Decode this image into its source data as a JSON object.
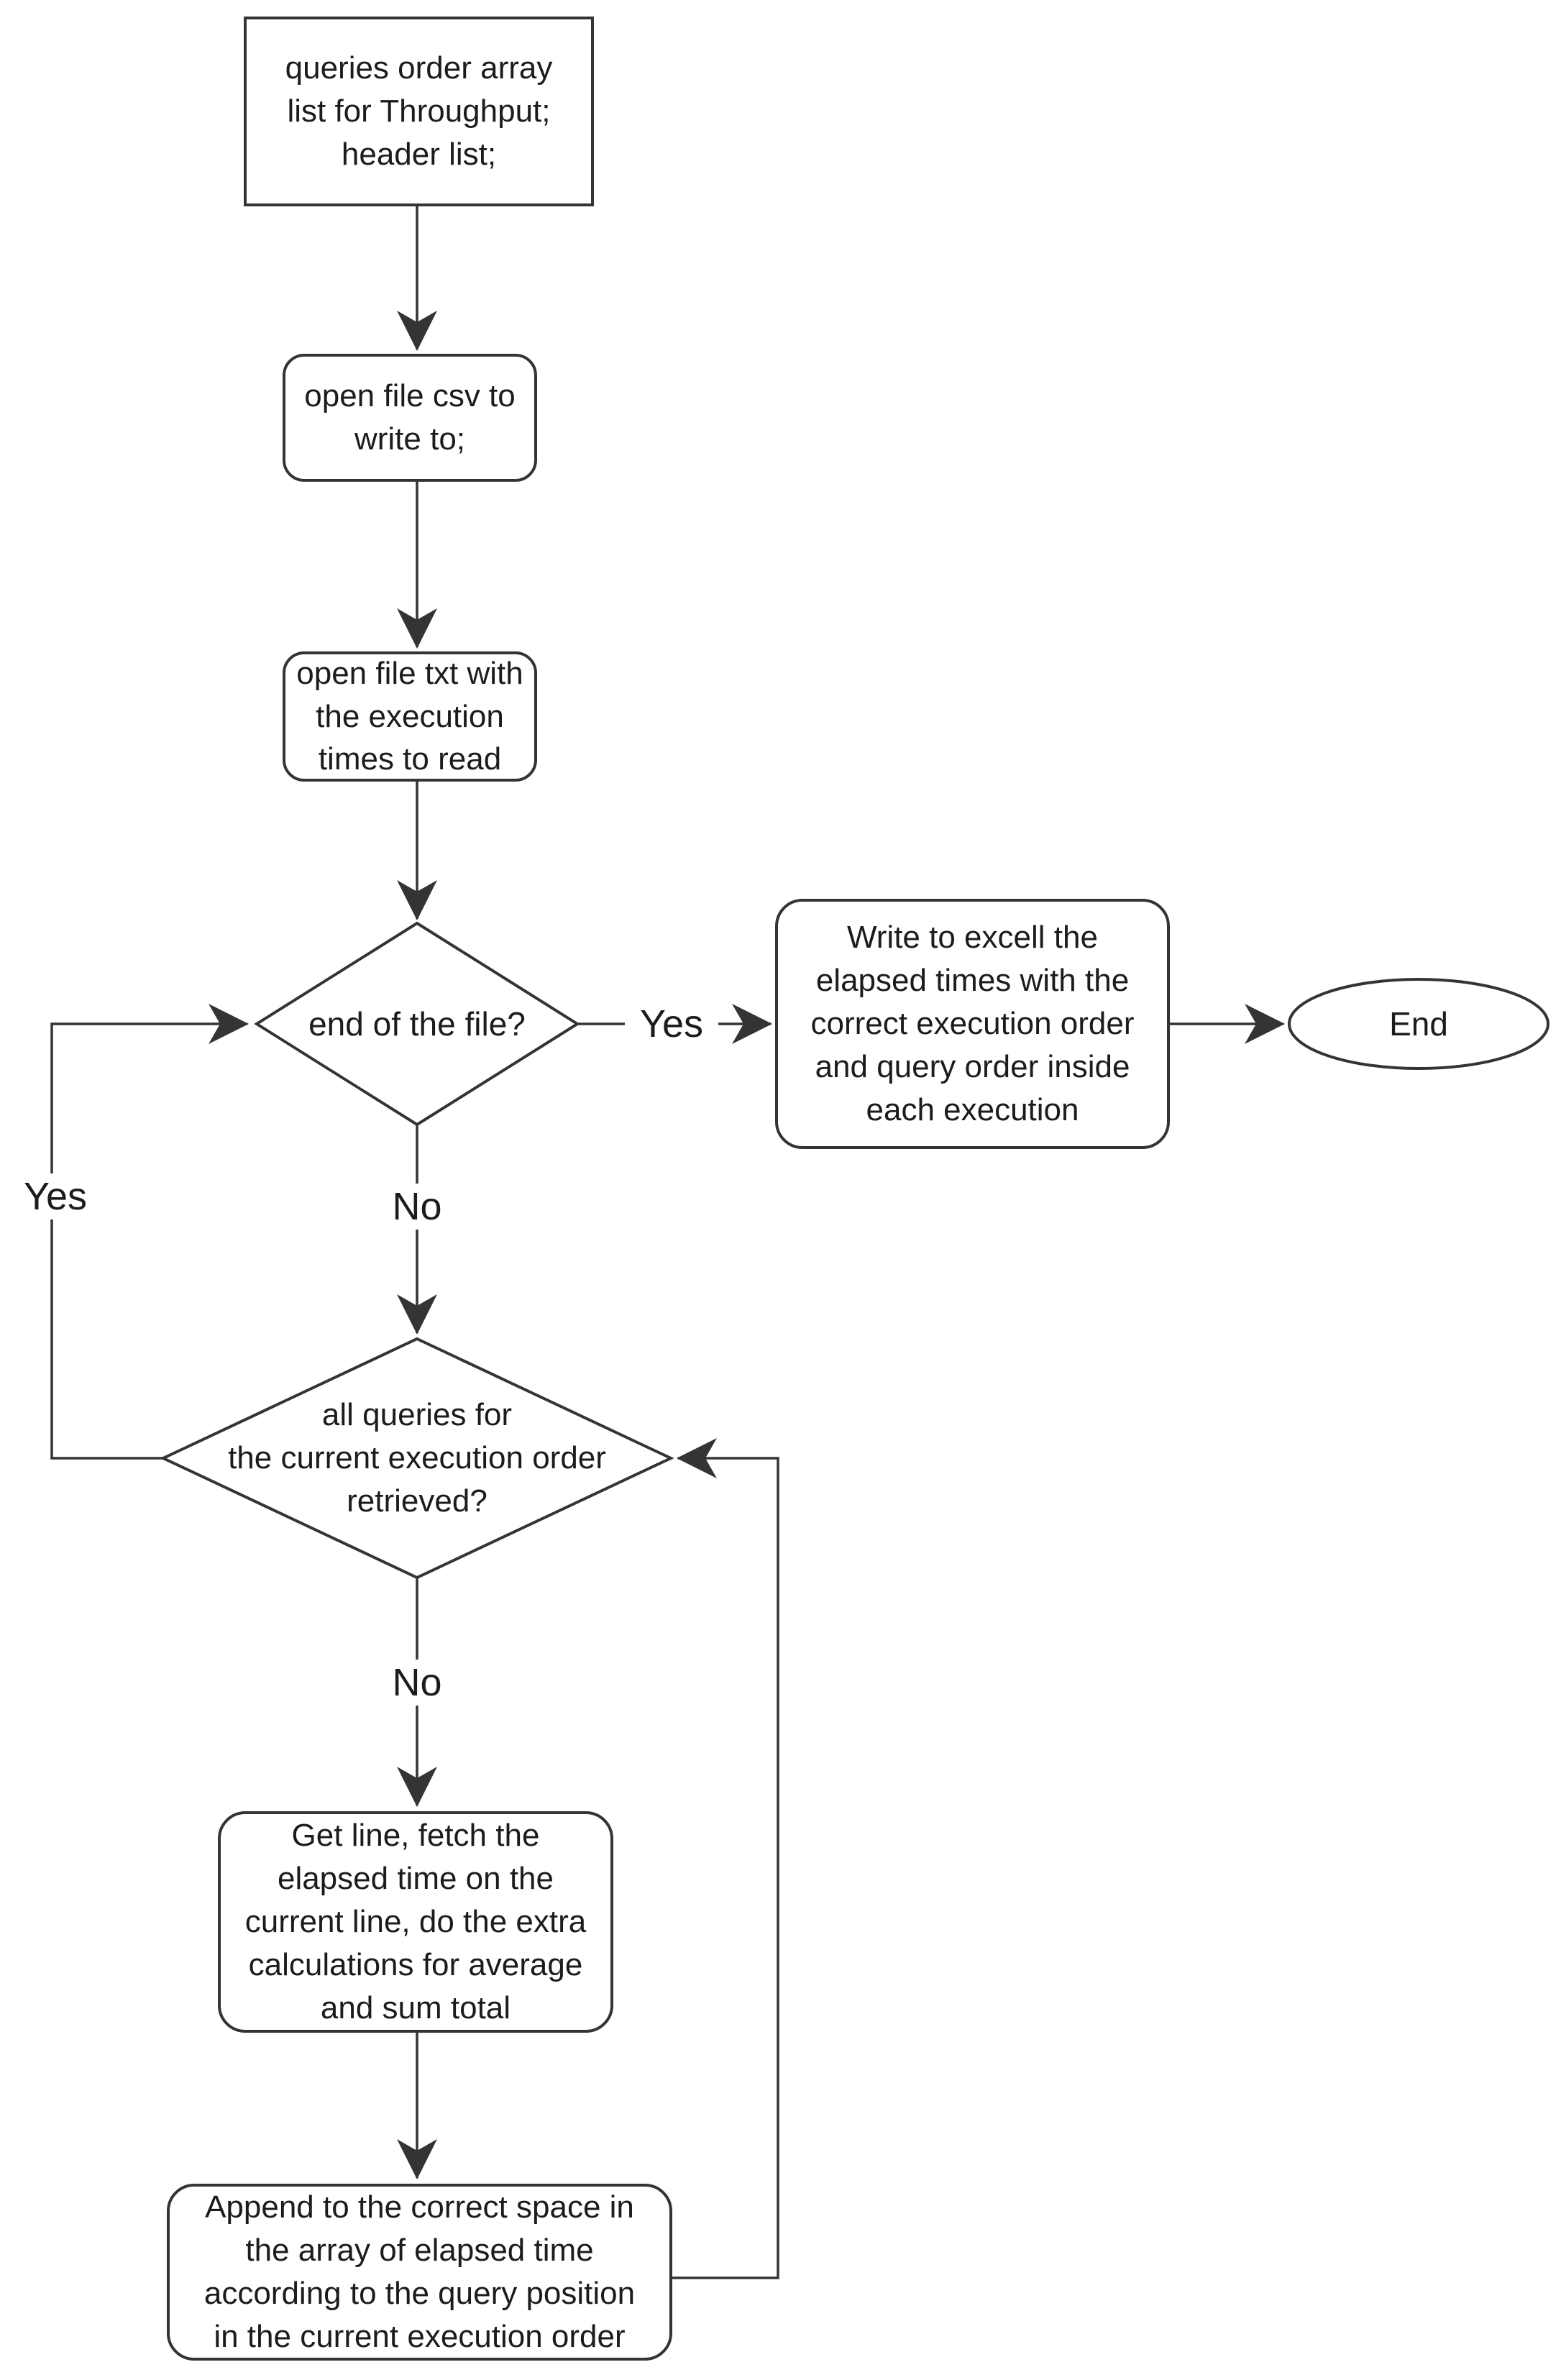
{
  "colors": {
    "stroke": "#343434",
    "text": "#1c1c1c",
    "background": "#ffffff"
  },
  "nodes": {
    "start": {
      "text": "queries order array\nlist for Throughput;\nheader list;"
    },
    "open_csv": {
      "text": "open file csv to\nwrite to;"
    },
    "open_txt": {
      "text": "open file txt with\nthe execution\ntimes to read"
    },
    "eof_decision": {
      "text": "end of the file?"
    },
    "write_excel": {
      "text": "Write to excell the\nelapsed times with the\ncorrect execution order\nand query order inside\neach execution"
    },
    "end": {
      "text": "End"
    },
    "all_queries_decision": {
      "text": "all queries for\nthe current execution order\nretrieved?"
    },
    "get_line": {
      "text": "Get line, fetch the\nelapsed time on the\ncurrent line, do the extra\ncalculations for average\nand sum total"
    },
    "append": {
      "text": "Append to the correct space in\nthe array of elapsed time\naccording to the query position\nin the current execution order"
    }
  },
  "edge_labels": {
    "eof_yes": "Yes",
    "eof_no": "No",
    "all_queries_yes": "Yes",
    "all_queries_no": "No"
  }
}
